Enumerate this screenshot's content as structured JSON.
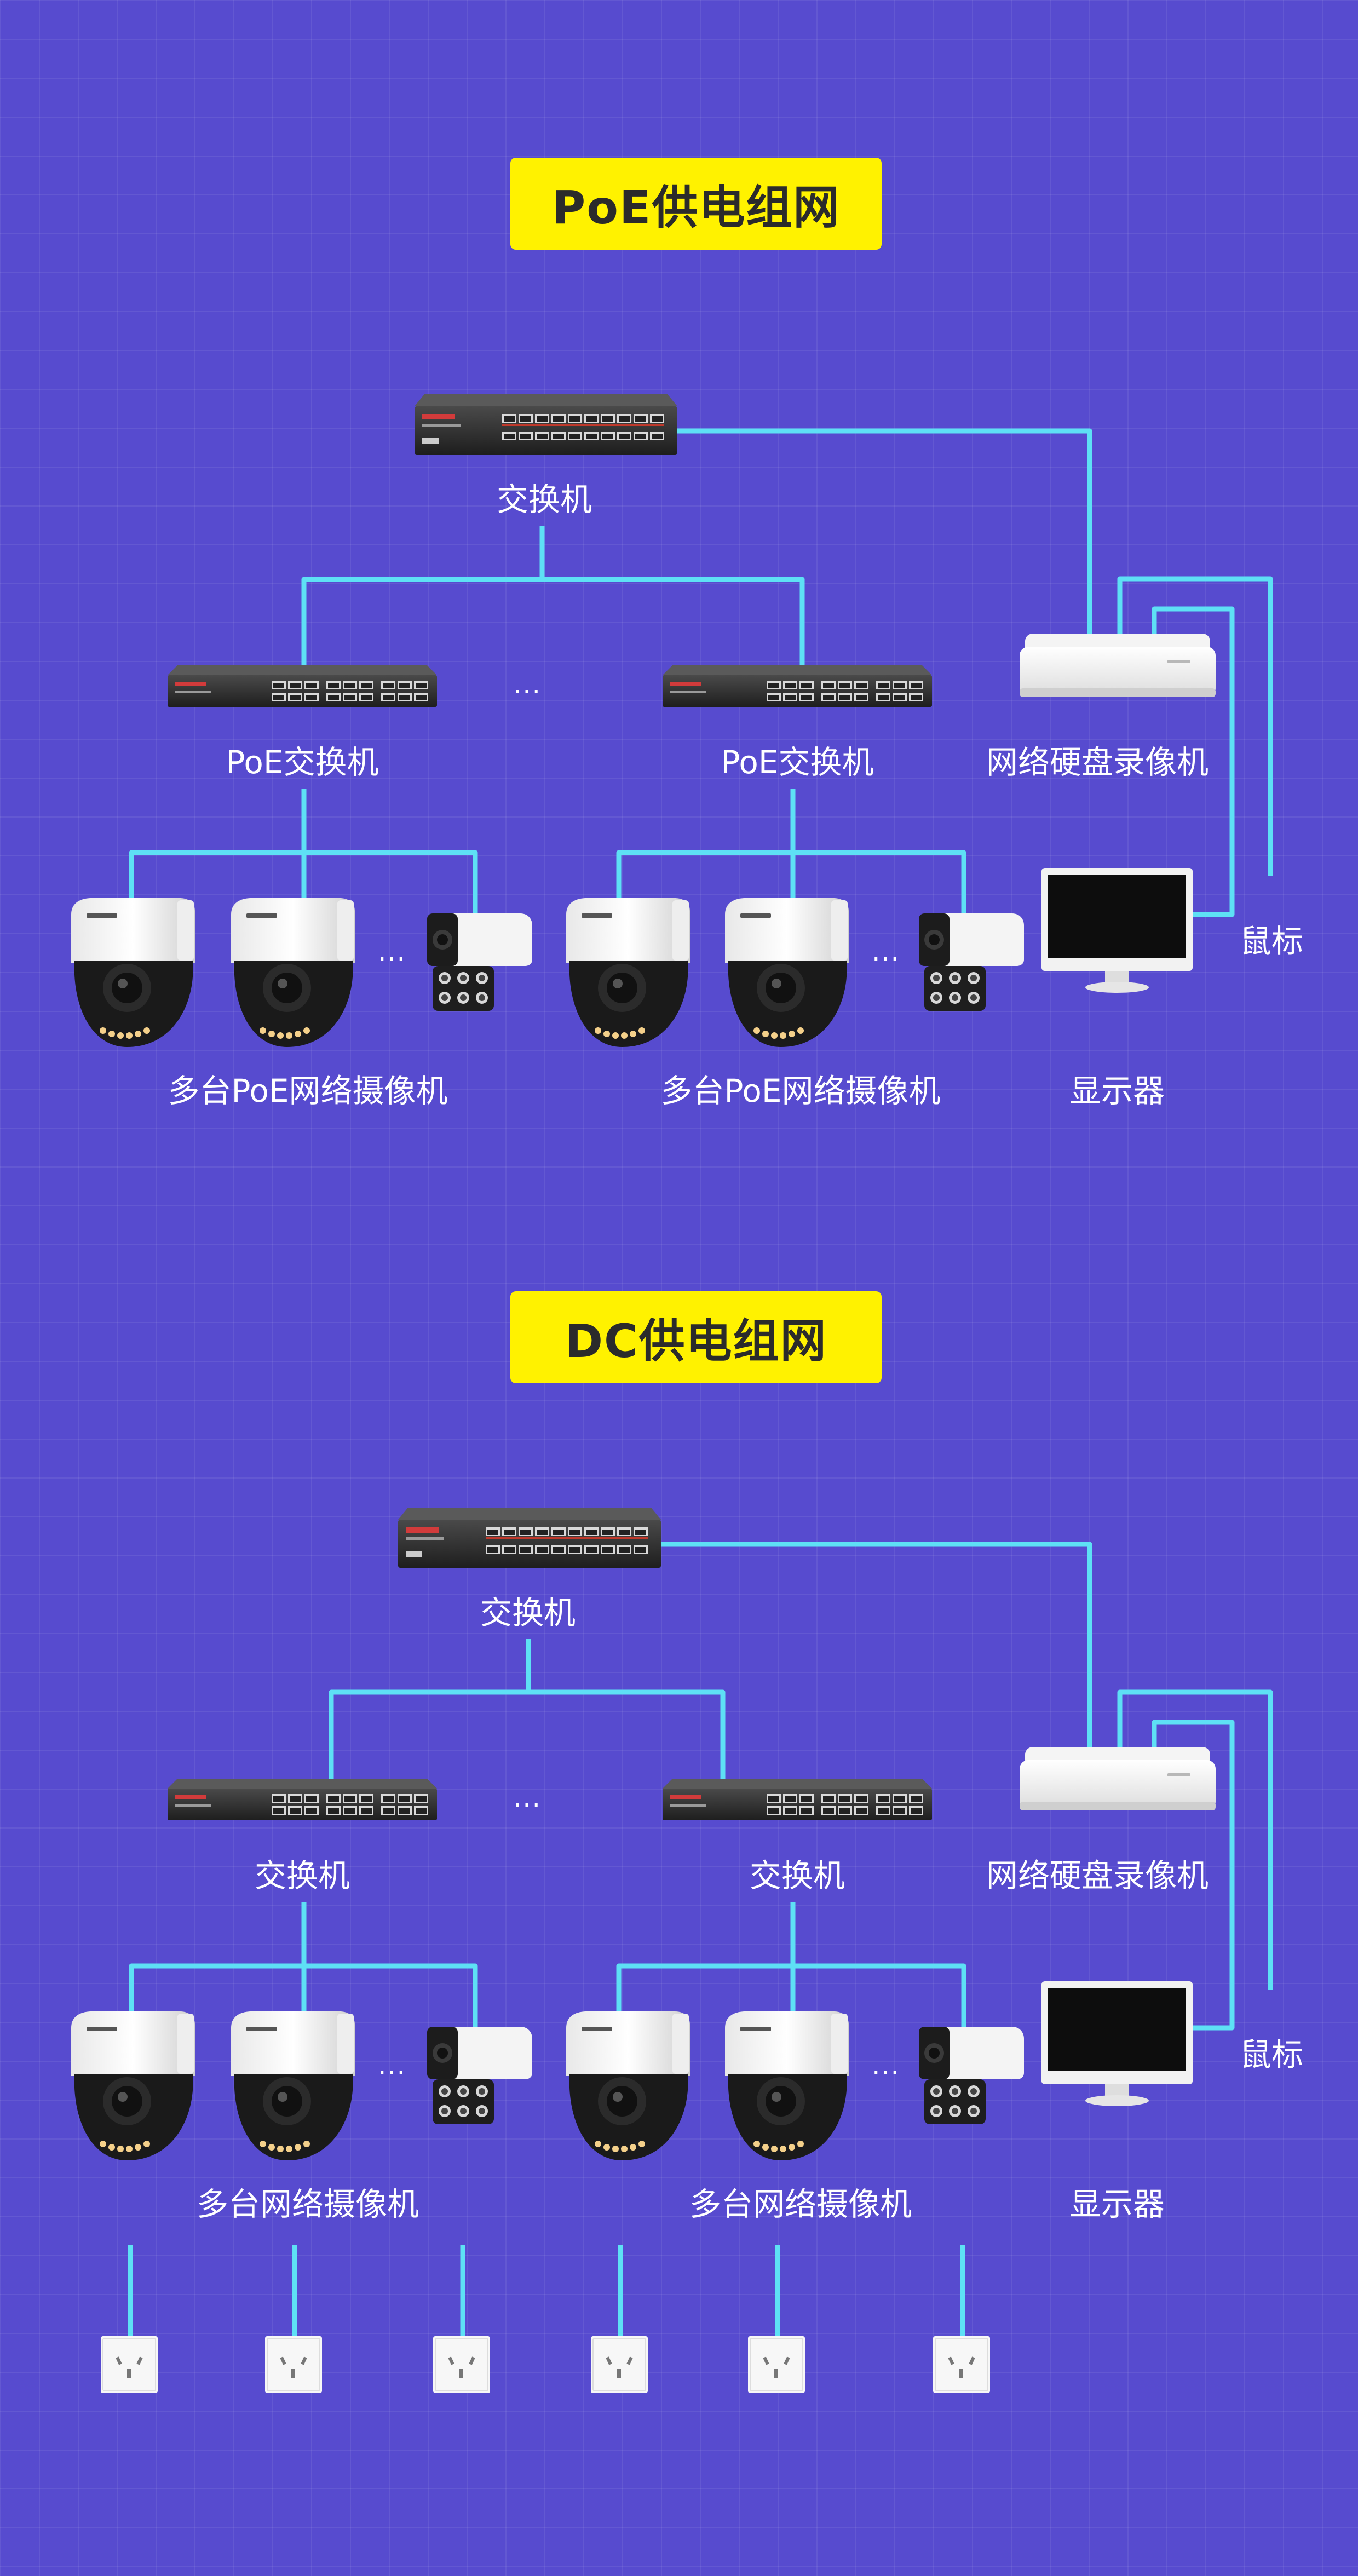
{
  "colors": {
    "background": "#574bcf",
    "title_bg": "#fff200",
    "line": "#5ee0f5"
  },
  "sections": [
    {
      "title": "PoE供电组网",
      "core_switch_label": "交换机",
      "sub_switch_label": "PoE交换机",
      "nvr_label": "网络硬盘录像机",
      "camera_group_label": "多台PoE网络摄像机",
      "monitor_label": "显示器",
      "mouse_label": "鼠标",
      "ellipsis": "..."
    },
    {
      "title": "DC供电组网",
      "core_switch_label": "交换机",
      "sub_switch_label": "交换机",
      "nvr_label": "网络硬盘录像机",
      "camera_group_label": "多台网络摄像机",
      "monitor_label": "显示器",
      "mouse_label": "鼠标",
      "ellipsis": "..."
    }
  ]
}
